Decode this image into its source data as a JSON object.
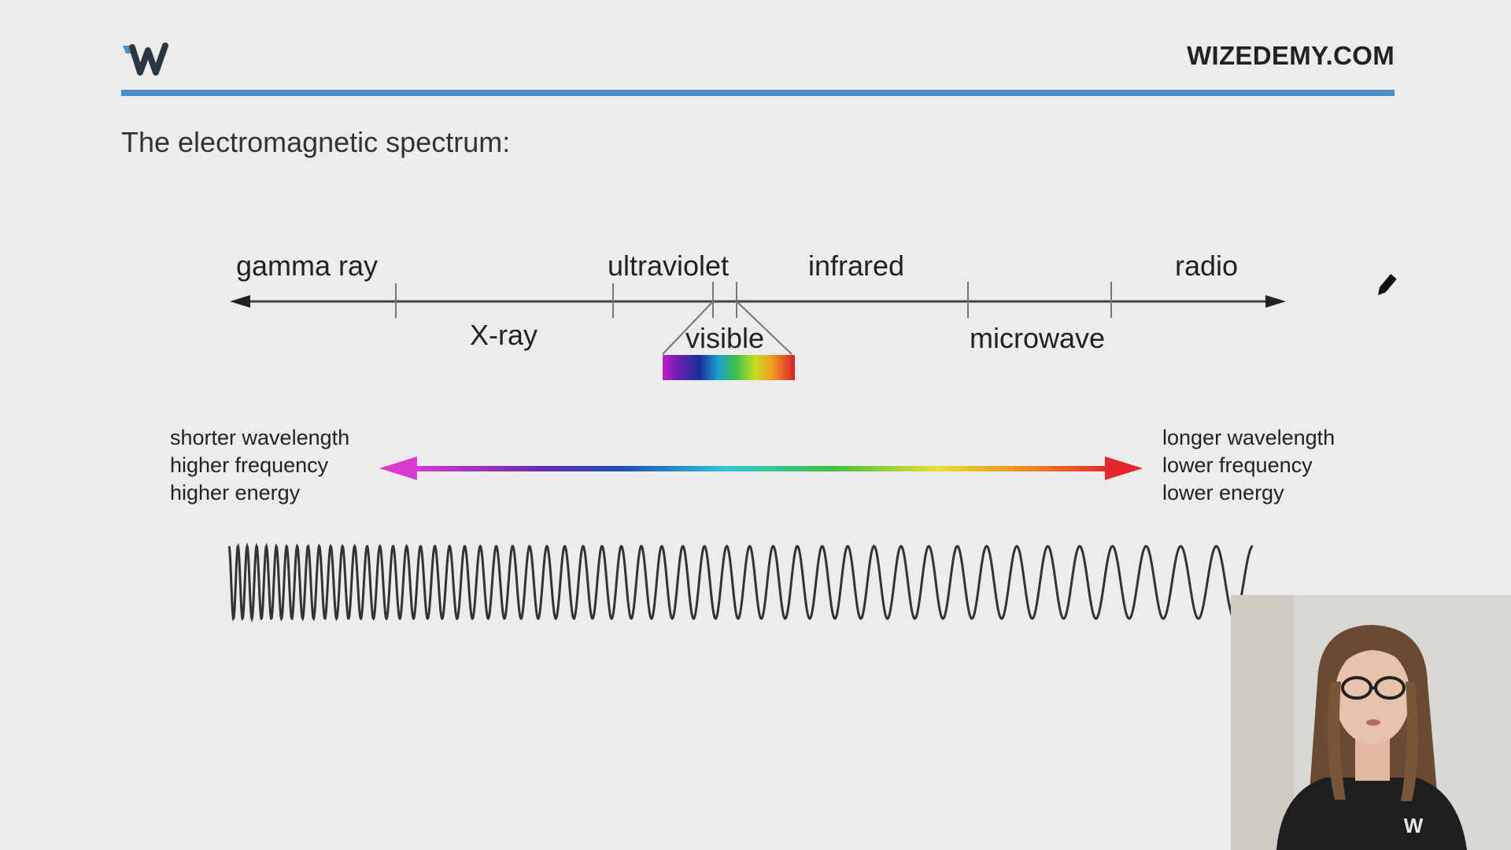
{
  "header": {
    "logo_icon": "wizedemy-w-logo-icon",
    "site_name": "WIZEDEMY.COM",
    "rule_color": "#4a90c8"
  },
  "slide": {
    "title": "The electromagnetic spectrum:"
  },
  "spectrum": {
    "upper_labels": [
      "gamma ray",
      "ultraviolet",
      "infrared",
      "radio"
    ],
    "lower_labels": [
      "X-ray",
      "visible",
      "microwave"
    ]
  },
  "gradient_arrow": {
    "left_lines": [
      "shorter wavelength",
      "higher frequency",
      "higher energy"
    ],
    "right_lines": [
      "longer wavelength",
      "lower frequency",
      "lower energy"
    ],
    "left_color": "#d93ad0",
    "right_color": "#e3272d"
  },
  "tools": {
    "pen_icon": "pen-icon"
  },
  "presenter": {
    "shirt_logo": "W"
  }
}
